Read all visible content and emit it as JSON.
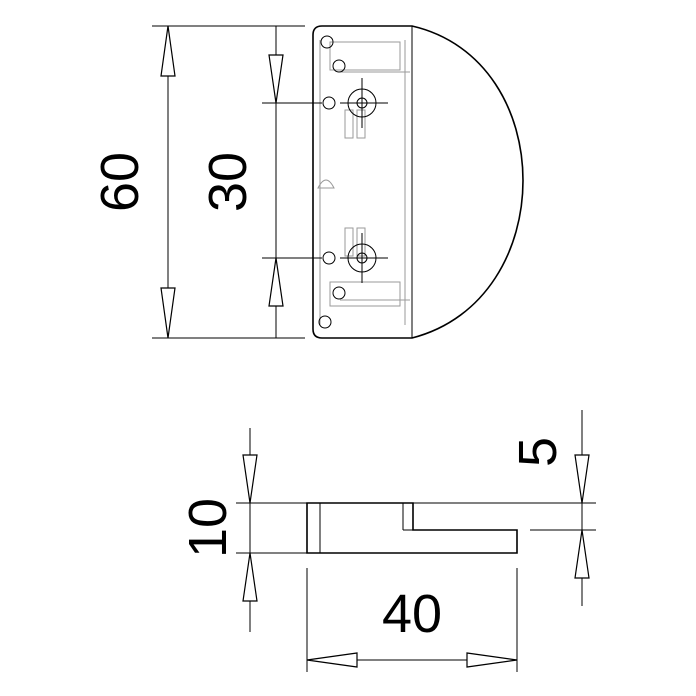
{
  "top_view": {
    "dim_height_outer": "60",
    "dim_hole_spacing": "30"
  },
  "side_view": {
    "dim_thickness": "10",
    "dim_step": "5",
    "dim_width": "40"
  }
}
